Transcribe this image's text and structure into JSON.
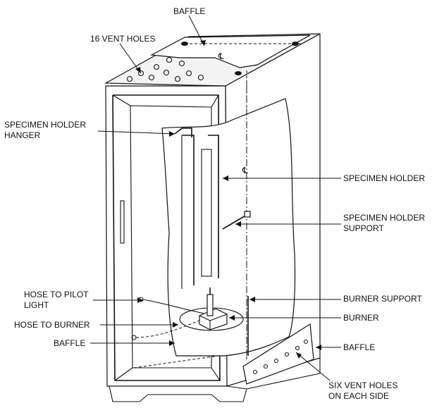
{
  "labels": {
    "baffle_top": "BAFFLE",
    "vent_holes": "16 VENT HOLES",
    "hanger_line1": "SPECIMEN HOLDER",
    "hanger_line2": "HANGER",
    "specimen_holder": "SPECIMEN HOLDER",
    "support_line1": "SPECIMEN HOLDER",
    "support_line2": "SUPPORT",
    "pilot_line1": "HOSE TO PILOT",
    "pilot_line2": "LIGHT",
    "burner_support": "BURNER SUPPORT",
    "burner": "BURNER",
    "hose_burner": "HOSE TO BURNER",
    "baffle_left": "BAFFLE",
    "baffle_right": "BAFFLE",
    "six_vent_line1": "SIX VENT HOLES",
    "six_vent_line2": "ON EACH SIDE",
    "centerline_mark": "℄"
  }
}
